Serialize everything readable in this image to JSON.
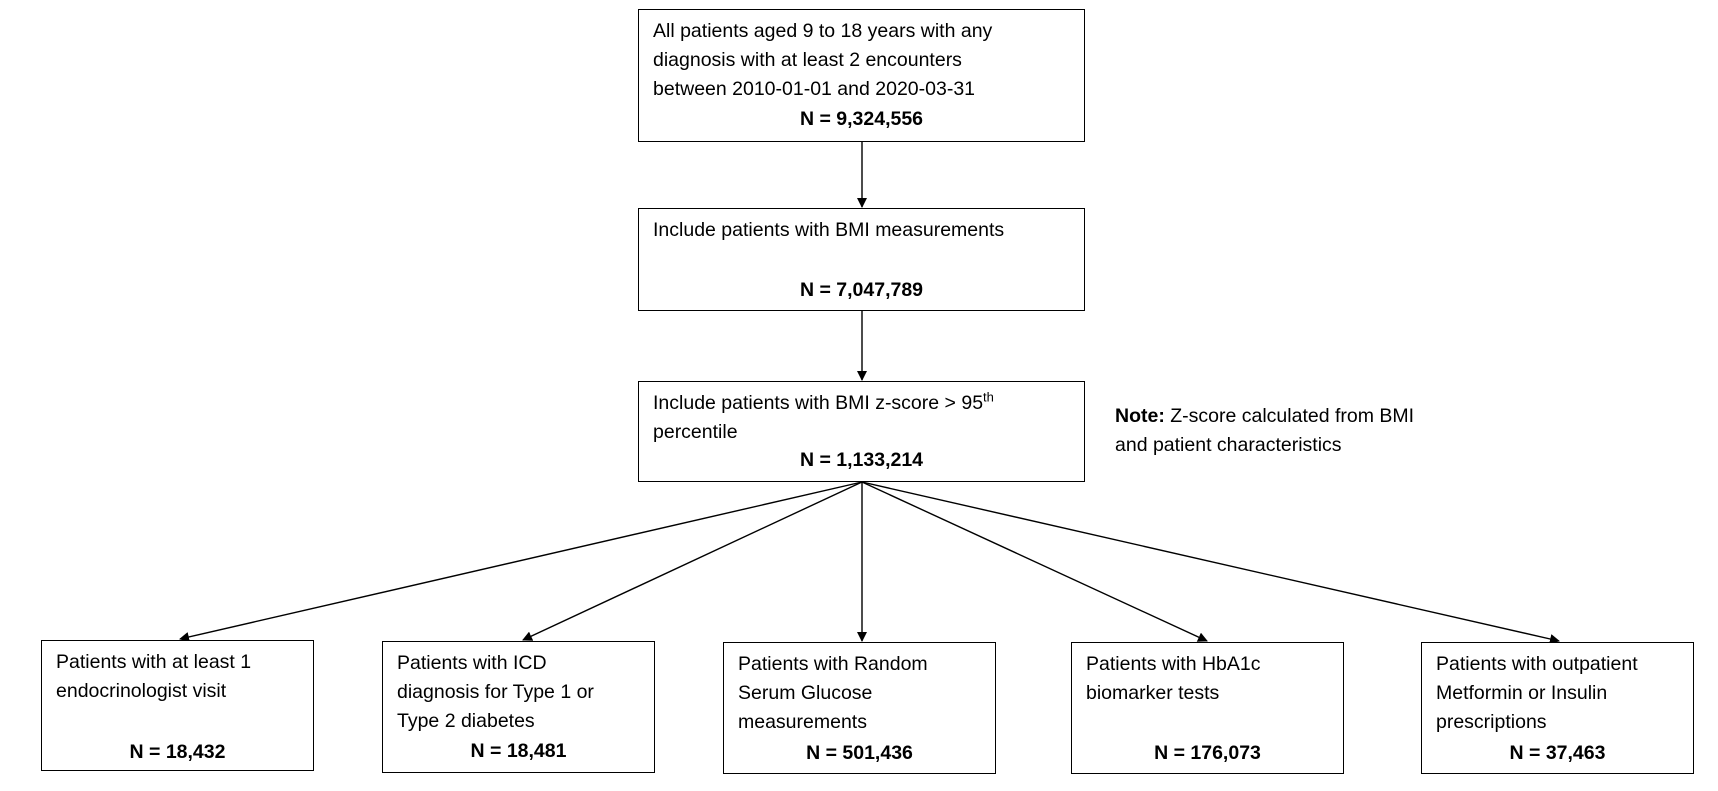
{
  "boxes": {
    "top": {
      "lines": [
        "All patients aged 9 to 18 years with any",
        "diagnosis with at least 2 encounters",
        "between 2010-01-01 and 2020-03-31"
      ],
      "n": "N = 9,324,556"
    },
    "bmi": {
      "lines": [
        "Include patients with BMI measurements"
      ],
      "n": "N = 7,047,789"
    },
    "zscore": {
      "line1_pre": "Include patients with BMI z-score > 95",
      "line1_sup": "th",
      "line2": "percentile",
      "n": "N = 1,133,214"
    },
    "endo": {
      "lines": [
        "Patients with at least 1",
        "endocrinologist visit"
      ],
      "n": "N = 18,432"
    },
    "icd": {
      "lines": [
        "Patients with ICD",
        "diagnosis for Type 1 or",
        "Type 2 diabetes"
      ],
      "n": "N = 18,481"
    },
    "glucose": {
      "lines": [
        "Patients with Random",
        "Serum Glucose",
        "measurements"
      ],
      "n": "N = 501,436"
    },
    "hba1c": {
      "lines": [
        "Patients with HbA1c",
        "biomarker tests"
      ],
      "n": "N = 176,073"
    },
    "rx": {
      "lines": [
        "Patients with outpatient",
        "Metformin or Insulin",
        "prescriptions"
      ],
      "n": "N = 37,463"
    }
  },
  "note": {
    "label": "Note:",
    "lines": [
      "Z-score calculated from BMI",
      "and patient characteristics"
    ]
  }
}
